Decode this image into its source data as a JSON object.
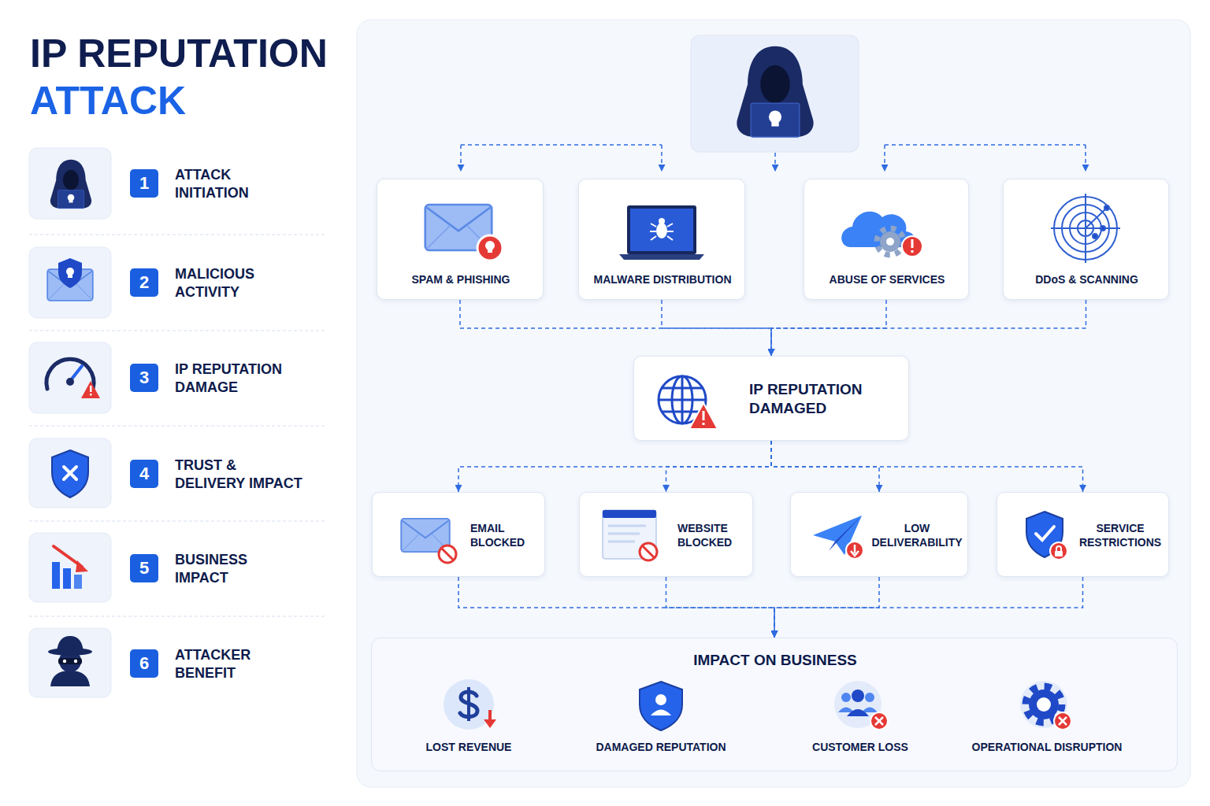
{
  "diagram": {
    "title": "IP REPUTATION ATTACK",
    "nodes": [
      {
        "text": [
          "1",
          "ATTACK INITIATION"
        ]
      },
      {
        "text": [
          "2",
          "MALICIOUS ACTIVITY"
        ]
      },
      {
        "text": [
          "3",
          "IP REPUTATION DAMAGE"
        ]
      },
      {
        "text": [
          "4",
          "TRUST & DELIVERY IMPACT"
        ]
      },
      {
        "text": [
          "5",
          "BUSINESS IMPACT"
        ]
      },
      {
        "text": [
          "6",
          "ATTACKER BENEFIT"
        ]
      },
      {
        "text": [
          "SPAM & PHISHING"
        ]
      },
      {
        "text": [
          "MALWARE DISTRIBUTION"
        ]
      },
      {
        "text": [
          "ABUSE OF SERVICES"
        ]
      },
      {
        "text": [
          "DDoS & SCANNING"
        ]
      },
      {
        "text": [
          "IP REPUTATION DAMAGED"
        ]
      },
      {
        "text": [
          "EMAIL BLOCKED"
        ]
      },
      {
        "text": [
          "WEBSITE BLOCKED"
        ]
      },
      {
        "text": [
          "LOW DELIVERABILITY"
        ]
      },
      {
        "text": [
          "SERVICE RESTRICTIONS"
        ]
      },
      {
        "text": [
          "IMPACT ON BUSINESS"
        ]
      }
    ],
    "edges": [
      {
        "from": 6,
        "to": 10,
        "arrow": "to"
      },
      {
        "from": 7,
        "to": 10,
        "arrow": "to"
      },
      {
        "from": 8,
        "to": 10,
        "arrow": "to"
      },
      {
        "from": 9,
        "to": 10,
        "arrow": "to"
      },
      {
        "from": 10,
        "to": 11,
        "arrow": "to"
      },
      {
        "from": 10,
        "to": 12,
        "arrow": "to"
      },
      {
        "from": 10,
        "to": 13,
        "arrow": "to"
      },
      {
        "from": 10,
        "to": 14,
        "arrow": "to"
      },
      {
        "from": 11,
        "to": 15,
        "arrow": "to"
      },
      {
        "from": 12,
        "to": 15,
        "arrow": "to"
      },
      {
        "from": 13,
        "to": 15,
        "arrow": "to"
      },
      {
        "from": 14,
        "to": 15,
        "arrow": "to"
      }
    ],
    "labels": [
      "LOST REVENUE",
      "DAMAGED REPUTATION",
      "CUSTOMER LOSS",
      "OPERATIONAL DISRUPTION"
    ]
  }
}
